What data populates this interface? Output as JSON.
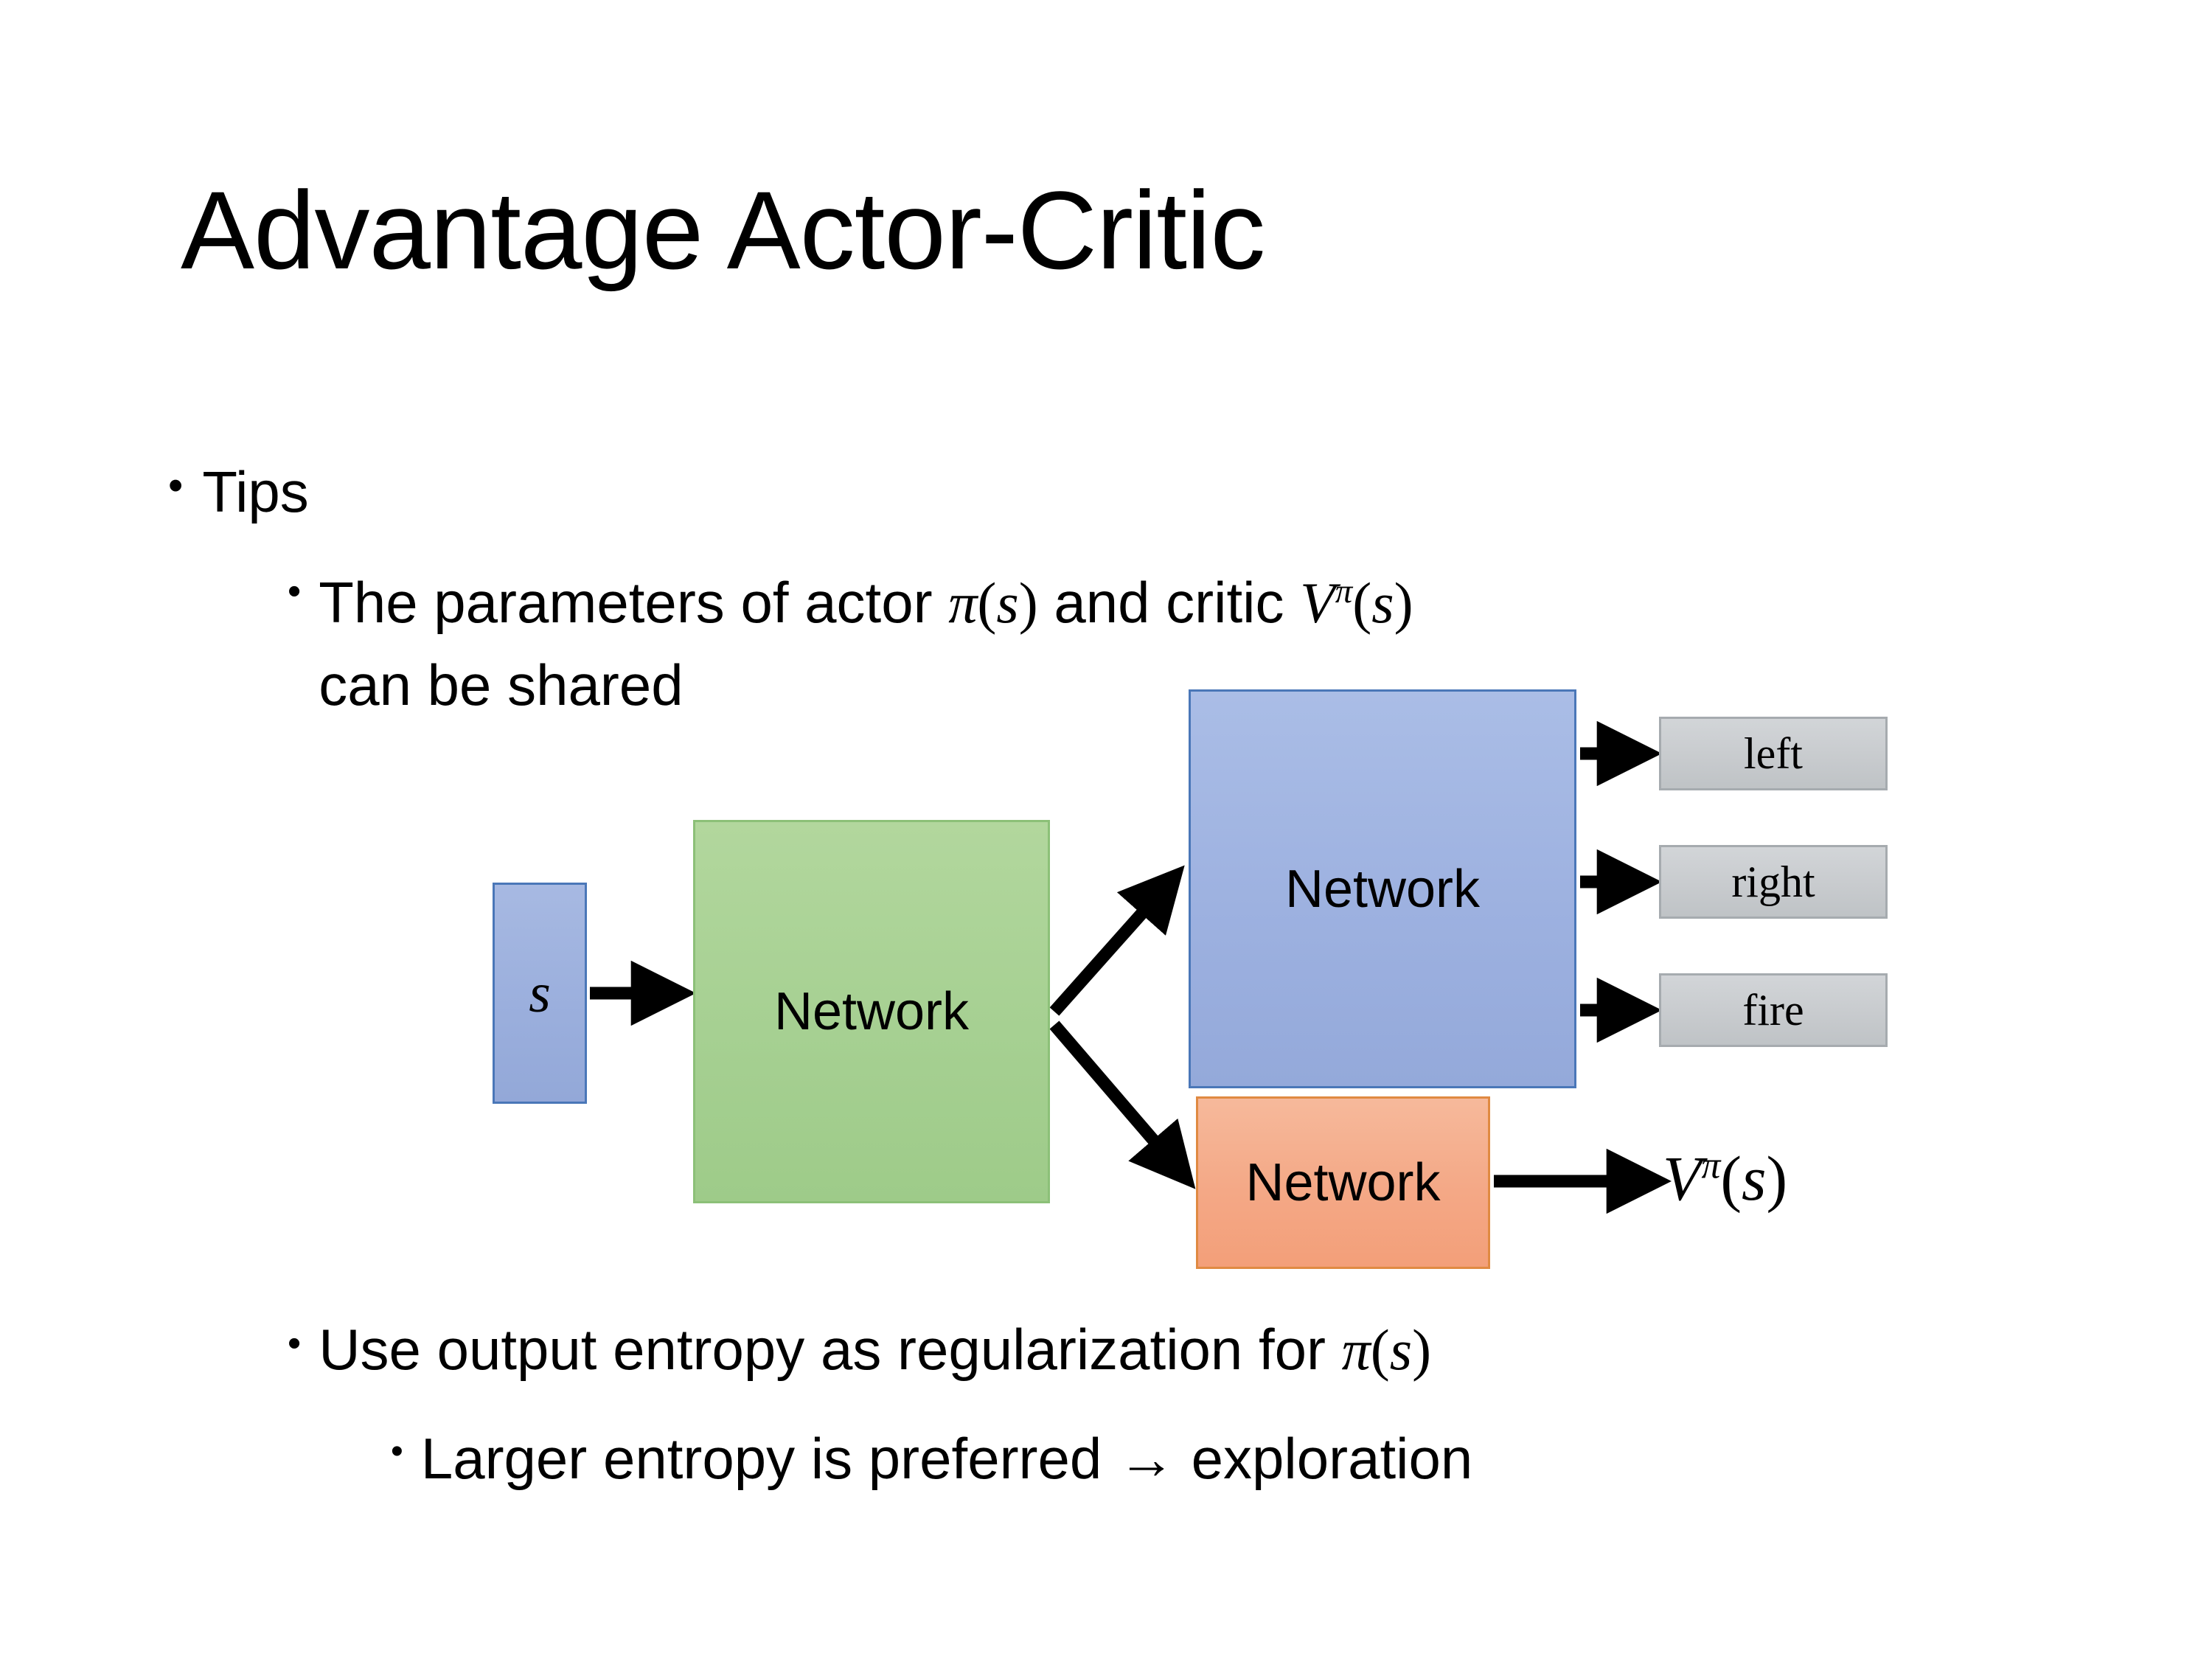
{
  "slide": {
    "title": "Advantage Actor-Critic",
    "background_color": "#FFFFFF"
  },
  "bullets": {
    "tips": {
      "marker": "•",
      "text": "Tips"
    },
    "params_shared": {
      "marker": "•",
      "line1_prefix": "The parameters of actor ",
      "math_actor": "π(s)",
      "line1_middle": " and critic ",
      "math_critic": "Vπ(s)",
      "line2": "can be shared"
    },
    "entropy": {
      "marker": "•",
      "text_prefix": "Use output entropy as regularization for ",
      "math": "π(s)"
    },
    "larger_entropy": {
      "marker": "•",
      "text": "Larger entropy is preferred → exploration"
    }
  },
  "diagram": {
    "state_node": {
      "label": "s",
      "fill": "#9FB3DF",
      "border": "#4A77B8"
    },
    "shared_network": {
      "label": "Network",
      "fill": "#A7D194",
      "border": "#8CC078"
    },
    "actor_network": {
      "label": "Network",
      "fill": "#9DB1E0",
      "border": "#4A77B8"
    },
    "critic_network": {
      "label": "Network",
      "fill": "#F4A886",
      "border": "#E08A42"
    },
    "action_outputs": [
      {
        "label": "left",
        "fill": "#C8CBCE",
        "border": "#A6ABAF"
      },
      {
        "label": "right",
        "fill": "#C8CBCE",
        "border": "#A6ABAF"
      },
      {
        "label": "fire",
        "fill": "#C8CBCE",
        "border": "#A6ABAF"
      }
    ],
    "critic_output": {
      "base": "V",
      "superscript": "π",
      "argument": "(s)"
    },
    "arrow_color": "#000000"
  },
  "math_symbols": {
    "pi": "π",
    "s": "s",
    "V": "V",
    "open_paren": "(",
    "close_paren": ")",
    "rightwards_arrow": "→"
  }
}
